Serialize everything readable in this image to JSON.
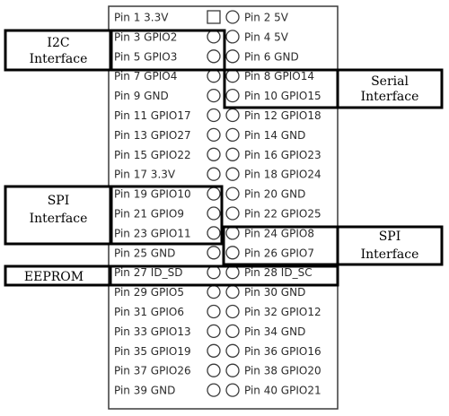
{
  "header_pins": {
    "left": [
      "Pin 1 3.3V",
      "Pin 3 GPIO2",
      "Pin 5 GPIO3",
      "Pin 7 GPIO4",
      "Pin 9 GND",
      "Pin 11 GPIO17",
      "Pin 13 GPIO27",
      "Pin 15 GPIO22",
      "Pin 17 3.3V",
      "Pin 19 GPIO10",
      "Pin 21 GPIO9",
      "Pin 23 GPIO11",
      "Pin 25 GND",
      "Pin 27 ID_SD",
      "Pin 29 GPIO5",
      "Pin 31 GPIO6",
      "Pin 33 GPIO13",
      "Pin 35 GPIO19",
      "Pin 37 GPIO26",
      "Pin 39 GND"
    ],
    "right": [
      "Pin 2 5V",
      "Pin 4 5V",
      "Pin 6 GND",
      "Pin 8 GPIO14",
      "Pin 10 GPIO15",
      "Pin 12 GPIO18",
      "Pin 14 GND",
      "Pin 16 GPIO23",
      "Pin 18 GPIO24",
      "Pin 20 GND",
      "Pin 22 GPIO25",
      "Pin 24 GPIO8",
      "Pin 26 GPIO7",
      "Pin 28 ID_SC",
      "Pin 30 GND",
      "Pin 32 GPIO12",
      "Pin 34 GND",
      "Pin 36 GPIO16",
      "Pin 38 GPIO20",
      "Pin 40 GPIO21"
    ]
  },
  "interfaces": {
    "i2c": {
      "line1": "I2C",
      "line2": "Interface"
    },
    "serial": {
      "line1": "Serial",
      "line2": "Interface"
    },
    "spi_left": {
      "line1": "SPI",
      "line2": "Interface"
    },
    "spi_right": {
      "line1": "SPI",
      "line2": "Interface"
    },
    "eeprom": {
      "line1": "EEPROM"
    }
  }
}
